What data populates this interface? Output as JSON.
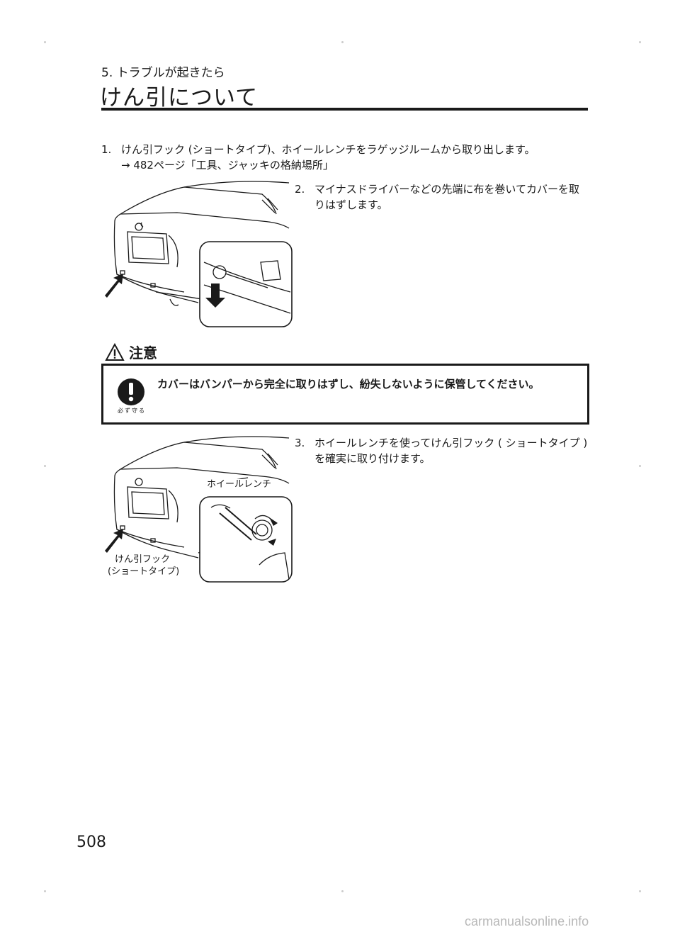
{
  "header": {
    "chapter": "5. トラブルが起きたら",
    "title": "けん引について"
  },
  "steps": [
    {
      "num": "1.",
      "text": "けん引フック (ショートタイプ)、ホイールレンチをラゲッジルームから取り出します。"
    },
    {
      "num": "2.",
      "text": "マイナスドライバーなどの先端に布を巻いてカバーを取りはずします。"
    },
    {
      "num": "3.",
      "text": "ホイールレンチを使ってけん引フック ( ショートタイプ ) を確実に取り付けます。"
    }
  ],
  "reference": "→ 482ページ「工具、ジャッキの格納場所」",
  "caution": {
    "heading": "注意",
    "icon_label": "必ず守る",
    "text": "カバーはバンパーから完全に取りはずし、紛失しないように保管してください。"
  },
  "figure2": {
    "label_wrench": "ホイールレンチ",
    "label_hook_line1": "けん引フック",
    "label_hook_line2": "(ショートタイプ)"
  },
  "footer": {
    "page_number": "508",
    "watermark": "carmanualsonline.info"
  },
  "colors": {
    "ink": "#1a1a1a",
    "watermark": "#b8b8b8"
  }
}
